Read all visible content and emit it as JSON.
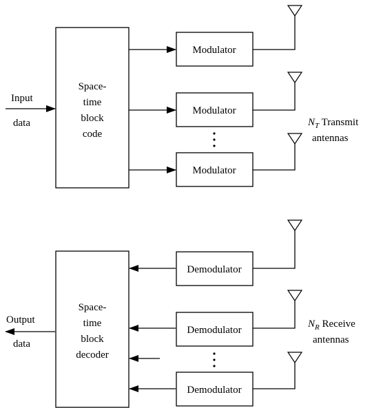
{
  "transmitter": {
    "input_label_1": "Input",
    "input_label_2": "data",
    "encoder_lines": [
      "Space-",
      "time",
      "block",
      "code"
    ],
    "modulators": [
      "Modulator",
      "Modulator",
      "Modulator"
    ],
    "antenna_label": {
      "symbol": "N",
      "subscript": "T",
      "line1_rest": " Transmit",
      "line2": "antennas"
    }
  },
  "receiver": {
    "output_label_1": "Output",
    "output_label_2": "data",
    "decoder_lines": [
      "Space-",
      "time",
      "block",
      "decoder"
    ],
    "demodulators": [
      "Demodulator",
      "Demodulator",
      "Demodulator"
    ],
    "antenna_label": {
      "symbol": "N",
      "subscript": "R",
      "line1_rest": " Receive",
      "line2": "antennas"
    }
  }
}
